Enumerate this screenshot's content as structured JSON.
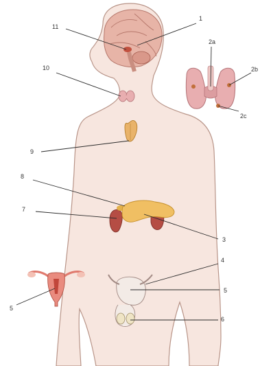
{
  "labels": {
    "l1": "1",
    "l2a": "2a",
    "l2b": "2b",
    "l2c": "2c",
    "l3": "3",
    "l4": "4",
    "l5_right": "5",
    "l5_left": "5",
    "l6": "6",
    "l7": "7",
    "l8": "8",
    "l9": "9",
    "l10": "10",
    "l11": "11"
  },
  "colors": {
    "skin": "#f7e6df",
    "skin_outline": "#b89488",
    "brain": "#e7b4a7",
    "thyroid": "#e8aeb0",
    "thymus": "#e9b36a",
    "pancreas": "#f0bf63",
    "kidney": "#b54d44",
    "uterus": "#e98b7f",
    "testes": "#efe4c5",
    "leader_line": "#2a2a2a"
  }
}
